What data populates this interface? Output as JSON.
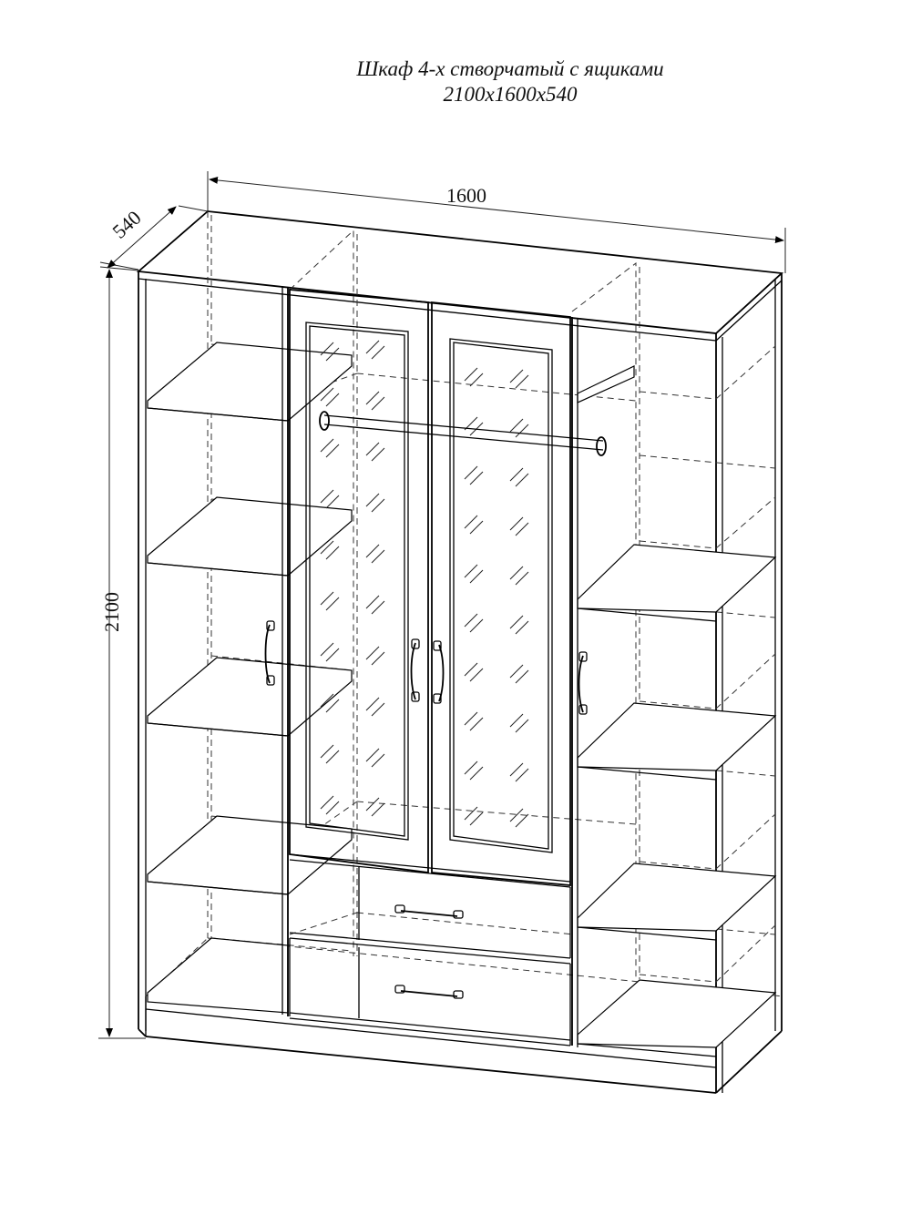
{
  "title": {
    "line1": "Шкаф 4-х створчатый с ящиками",
    "line2": "2100x1600x540"
  },
  "dimensions": {
    "width": "1600",
    "depth": "540",
    "height": "2100"
  }
}
